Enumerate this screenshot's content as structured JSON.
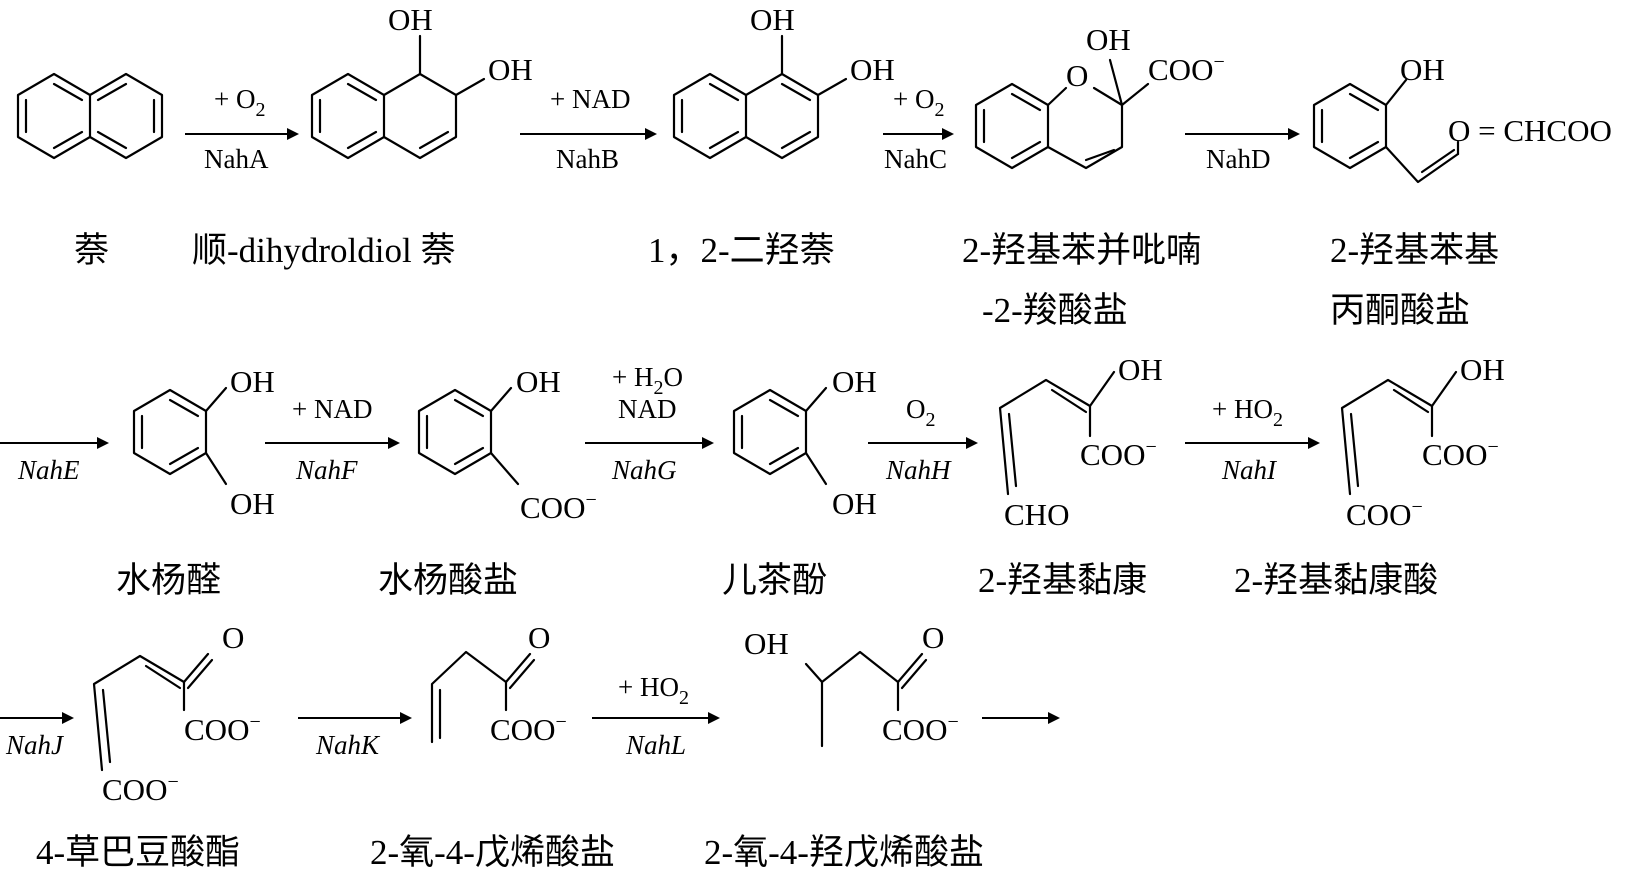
{
  "atoms": {
    "oh": "OH",
    "o": "O",
    "coo": "COO",
    "charge": "−",
    "cho": "CHO",
    "ald": "O = CHCOO"
  },
  "reagents": {
    "o2_plus": "+ O",
    "o2_bare": "O",
    "o2_sub": "2",
    "nad_plus": "+ NAD",
    "nad": "NAD",
    "h2o_h": "+ H",
    "h2o_sub": "2",
    "h2o_o": "O",
    "ho2": "+ HO",
    "ho2_sub": "2"
  },
  "enzymes": [
    "NahA",
    "NahB",
    "NahC",
    "NahD",
    "NahE",
    "NahF",
    "NahG",
    "NahH",
    "NahI",
    "NahJ",
    "NahK",
    "NahL"
  ],
  "names": {
    "naphthalene": "萘",
    "cis_diol": "顺-dihydroldiol 萘",
    "dihydroxynaphthalene": "1，2-二羟萘",
    "hydroxychromene_line1": "2-羟基苯并吡喃",
    "hydroxychromene_line2": "-2-羧酸盐",
    "hydroxybenzal_line1": "2-羟基苯基",
    "hydroxybenzal_line2": "丙酮酸盐",
    "salicylaldehyde": "水杨醛",
    "salicylate": "水杨酸盐",
    "catechol": "儿茶酚",
    "hydroxymuconic_semialdehyde": "2-羟基黏康",
    "hydroxymuconic_acid": "2-羟基黏康酸",
    "oxalocrotonate": "4-草巴豆酸酯",
    "oxopentenoate": "2-氧-4-戊烯酸盐",
    "oxohydroxypentanoate": "2-氧-4-羟戊烯酸盐"
  }
}
